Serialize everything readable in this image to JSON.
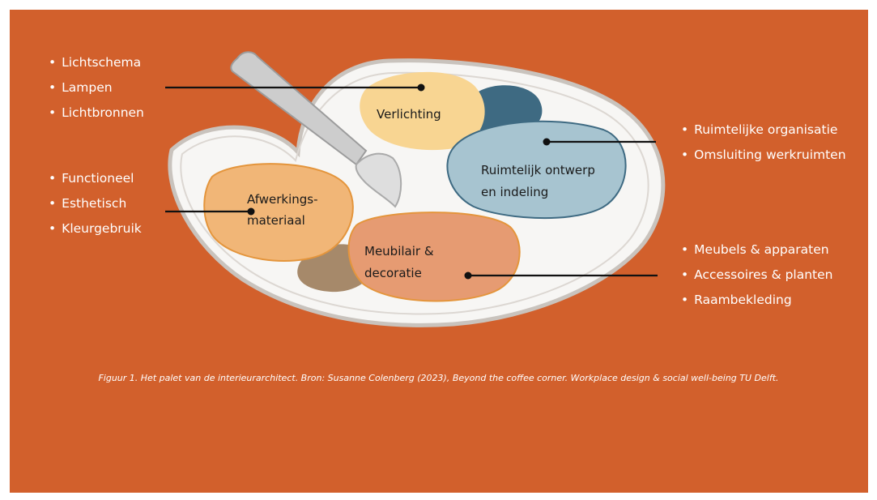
{
  "colors": {
    "background": "#d2602c",
    "palette": "#f7f6f4",
    "verlichting": "#f8d592",
    "ruimtelijk": "#a7c4d0",
    "afwerking": "#f1b677",
    "meubilair": "#e69b72",
    "dark_blue": "#3e6a82",
    "brown": "#a6896a"
  },
  "palette": {
    "verlichting": "Verlichting",
    "ruimtelijk": [
      "Ruimtelijk ontwerp",
      "en indeling"
    ],
    "afwerking": [
      "Afwerkings-",
      "materiaal"
    ],
    "meubilair": [
      "Meubilair &",
      "decoratie"
    ]
  },
  "lists": {
    "verlichting": [
      "Lichtschema",
      "Lampen",
      "Lichtbronnen"
    ],
    "afwerking": [
      "Functioneel",
      "Esthetisch",
      "Kleurgebruik"
    ],
    "ruimtelijk": [
      "Ruimtelijke organisatie",
      "Omsluiting werkruimten"
    ],
    "meubilair": [
      "Meubels & apparaten",
      "Accessoires & planten",
      "Raambekleding"
    ]
  },
  "caption": "Figuur 1. Het palet van de interieurarchitect. Bron: Susanne Colenberg (2023), Beyond the coffee corner. Workplace design & social well-being TU Delft."
}
